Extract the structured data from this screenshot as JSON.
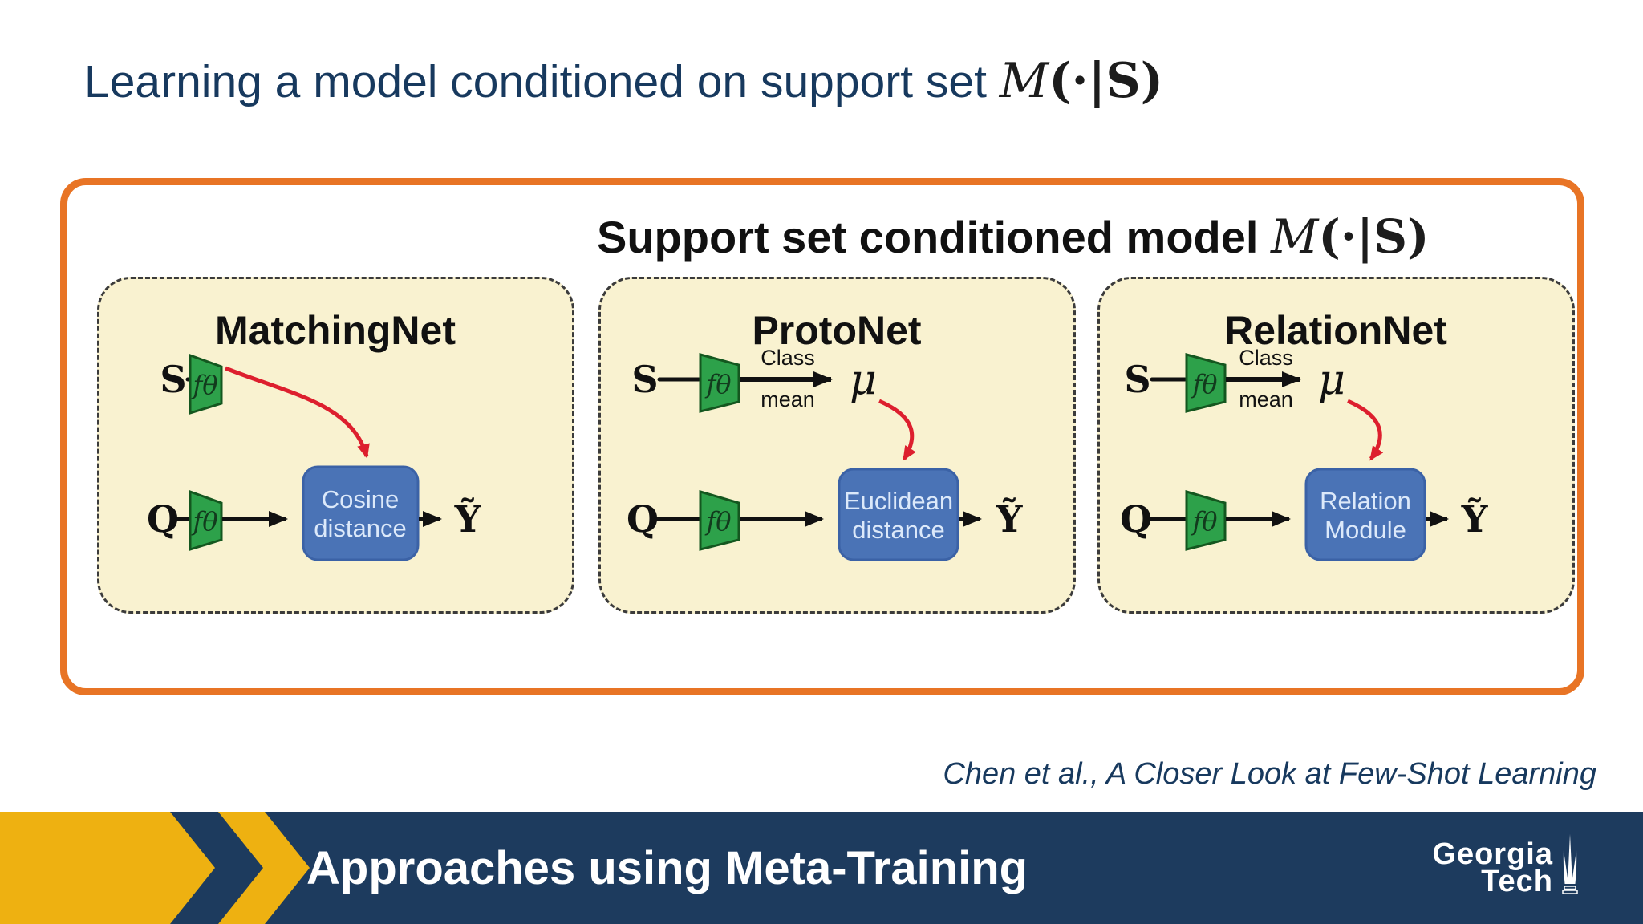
{
  "slide": {
    "title": {
      "text": "Learning a model conditioned on support set",
      "math_m": "M",
      "math_rest": "(·|S)"
    },
    "citation": "Chen et al., A Closer Look at Few-Shot Learning",
    "footer": {
      "title": "Approaches using Meta-Training",
      "logo_line1": "Georgia",
      "logo_line2": "Tech"
    }
  },
  "diagram": {
    "header": {
      "text": "Support set conditioned model",
      "math_m": "M",
      "math_rest": "(·|S)"
    },
    "labels": {
      "support": "S",
      "query": "Q",
      "encoder": "fθ",
      "class_mean_top": "Class",
      "class_mean_bottom": "mean",
      "mu": "μ",
      "output": "Ỹ"
    },
    "nets": [
      {
        "title": "MatchingNet",
        "box_line1": "Cosine",
        "box_line2": "distance"
      },
      {
        "title": "ProtoNet",
        "box_line1": "Euclidean",
        "box_line2": "distance"
      },
      {
        "title": "RelationNet",
        "box_line1": "Relation",
        "box_line2": "Module"
      }
    ]
  },
  "colors": {
    "title_navy": "#17395e",
    "footer_navy": "#1d3b5e",
    "gt_gold": "#eeb111",
    "frame_orange": "#e87425",
    "panel_cream": "#f9f2d0",
    "encoder_green": "#2da14a",
    "distance_blue": "#4a73b6",
    "arrow_red": "#dd1f2e"
  }
}
